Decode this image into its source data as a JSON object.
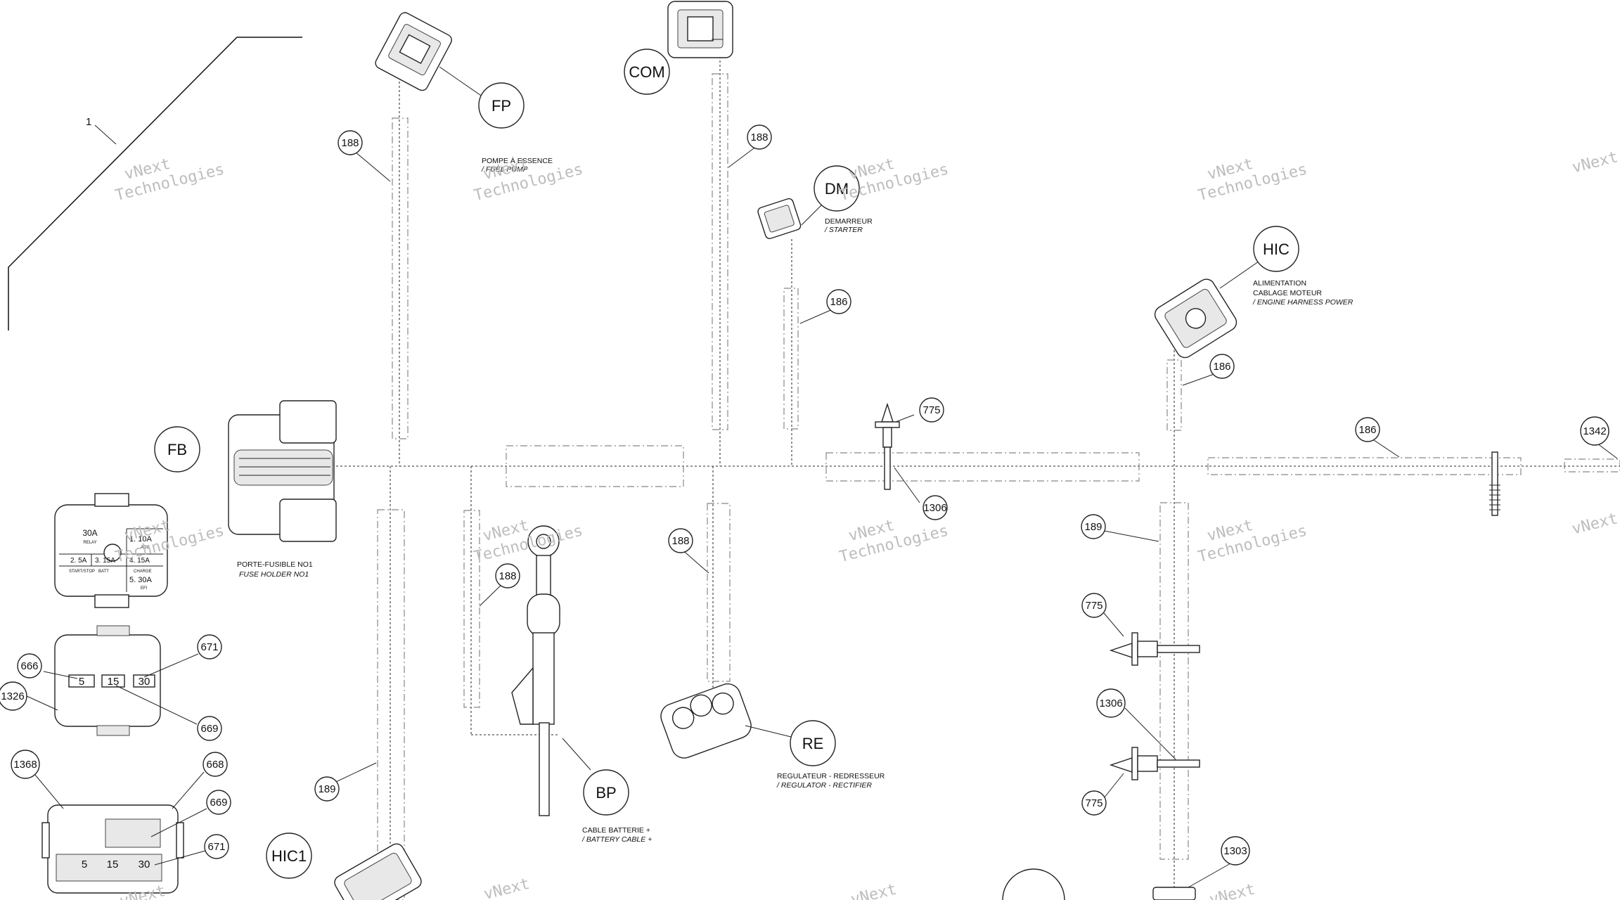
{
  "callouts": {
    "FP": "FP",
    "COM": "COM",
    "DM": "DM",
    "HIC": "HIC",
    "FB": "FB",
    "RE": "RE",
    "BP": "BP",
    "HIC1": "HIC1"
  },
  "labels": {
    "item_1": "1",
    "fp_fr": "POMPE À ESSENCE",
    "fp_en": "/ FUEL PUMP",
    "dm_fr": "DEMARREUR",
    "dm_en": "/ STARTER",
    "hic_fr1": "ALIMENTATION",
    "hic_fr2": "CABLAGE MOTEUR",
    "hic_en": "/ ENGINE HARNESS POWER",
    "fb_fr": "PORTE-FUSIBLE NO1",
    "fb_en": "FUSE HOLDER NO1",
    "re_fr": "REGULATEUR - REDRESSEUR",
    "re_en": "/ REGULATOR - RECTIFIER",
    "bp_fr": "CABLE BATTERIE +",
    "bp_en": "/ BATTERY CABLE +"
  },
  "part_numbers": {
    "p188a": "188",
    "p188b": "188",
    "p188c": "188",
    "p188d": "188",
    "p186a": "186",
    "p186b": "186",
    "p186c": "186",
    "p775a": "775",
    "p775b": "775",
    "p775c": "775",
    "p1306a": "1306",
    "p1306b": "1306",
    "p189a": "189",
    "p189b": "189",
    "p1342": "1342",
    "p1303": "1303",
    "p666": "666",
    "p671a": "671",
    "p671b": "671",
    "p669a": "669",
    "p669b": "669",
    "p668": "668",
    "p1326": "1326",
    "p1368": "1368"
  },
  "fuse_box": {
    "relay_amp": "30A",
    "relay_label": "RELAY",
    "f1": "1. 10A",
    "f1_sub": "ACC",
    "f2": "2. 5A",
    "f2_sub": "START/STOP",
    "f3": "3. 15A",
    "f3_sub": "BATT",
    "f4": "4. 15A",
    "f4_sub": "CHARGE",
    "f5": "5. 30A",
    "f5_sub": "EFI"
  },
  "fuse_slots": {
    "s5": "5",
    "s15": "15",
    "s30": "30"
  },
  "fuse_block2": {
    "a": "5",
    "b": "15",
    "c": "30"
  },
  "watermark": {
    "line1": "vNext",
    "line2": "Technologies"
  }
}
